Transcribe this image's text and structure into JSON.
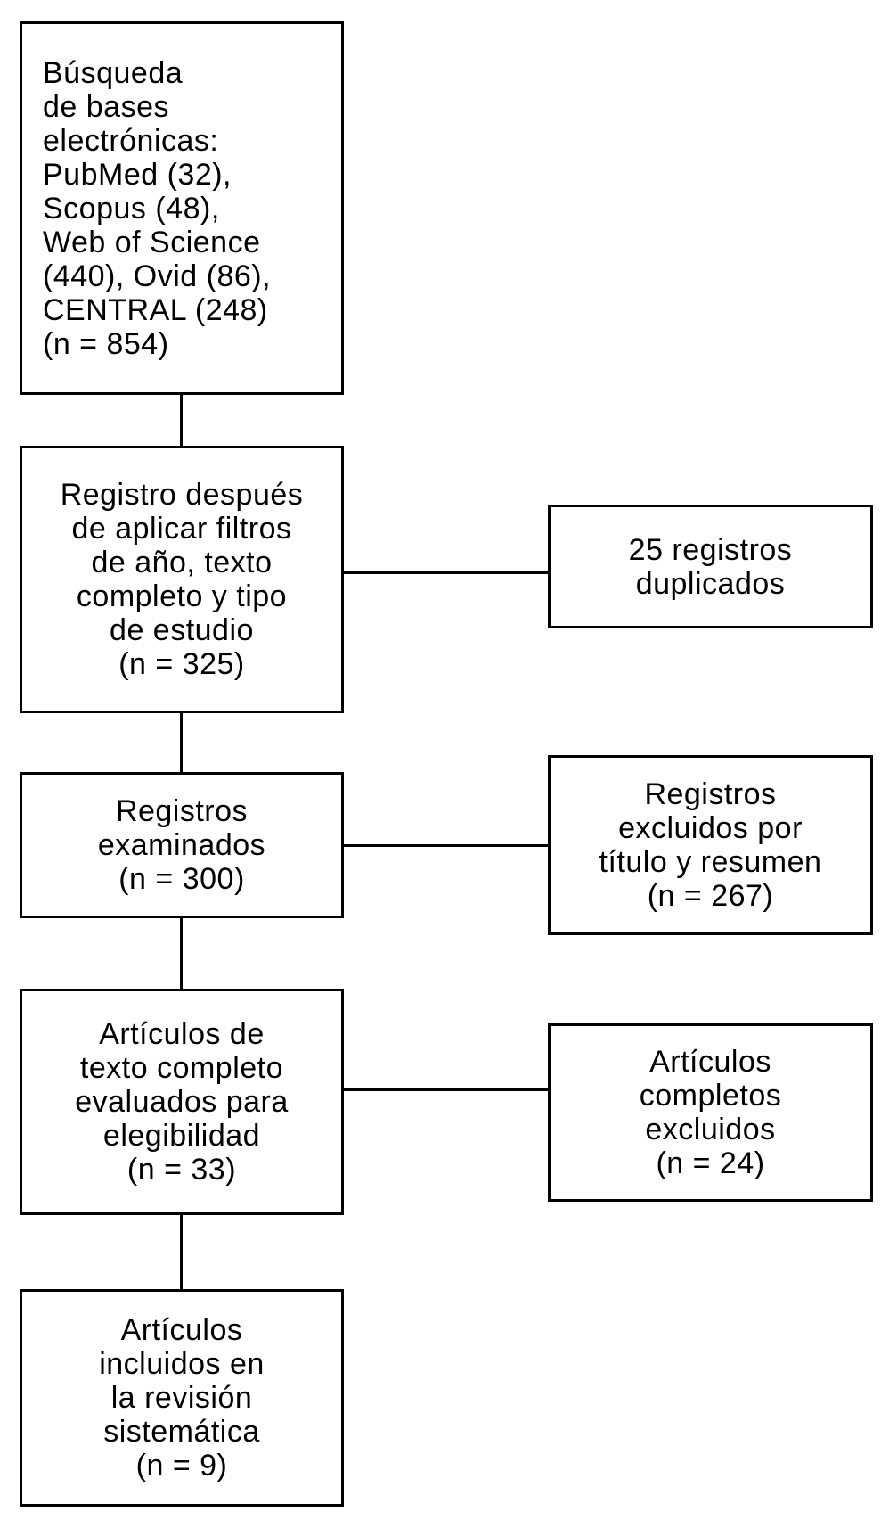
{
  "diagram": {
    "title": "PRISMA flow diagram (Spanish)",
    "background_color": "#ffffff",
    "line_color": "#000000",
    "main_boxes": [
      {
        "text": "Búsqueda\nde bases\nelectrónicas:\nPubMed (32),\nScopus (48),\nWeb of Science\n(440), Ovid (86),\nCENTRAL (248)\n(n = 854)"
      },
      {
        "text": "Registro después\nde aplicar filtros\nde año, texto\ncompleto y tipo\nde estudio\n(n = 325)"
      },
      {
        "text": "Registros\nexaminados\n(n = 300)"
      },
      {
        "text": "Artículos de\ntexto completo\nevaluados para\nelegibilidad\n(n = 33)"
      },
      {
        "text": "Artículos\nincluidos en\nla revisión\nsistemática\n(n = 9)"
      }
    ],
    "side_boxes": [
      {
        "text": "25 registros\nduplicados"
      },
      {
        "text": "Registros\nexcluidos por\ntítulo y resumen\n(n = 267)"
      },
      {
        "text": "Artículos\ncompletos\nexcluidos\n(n = 24)"
      }
    ]
  }
}
